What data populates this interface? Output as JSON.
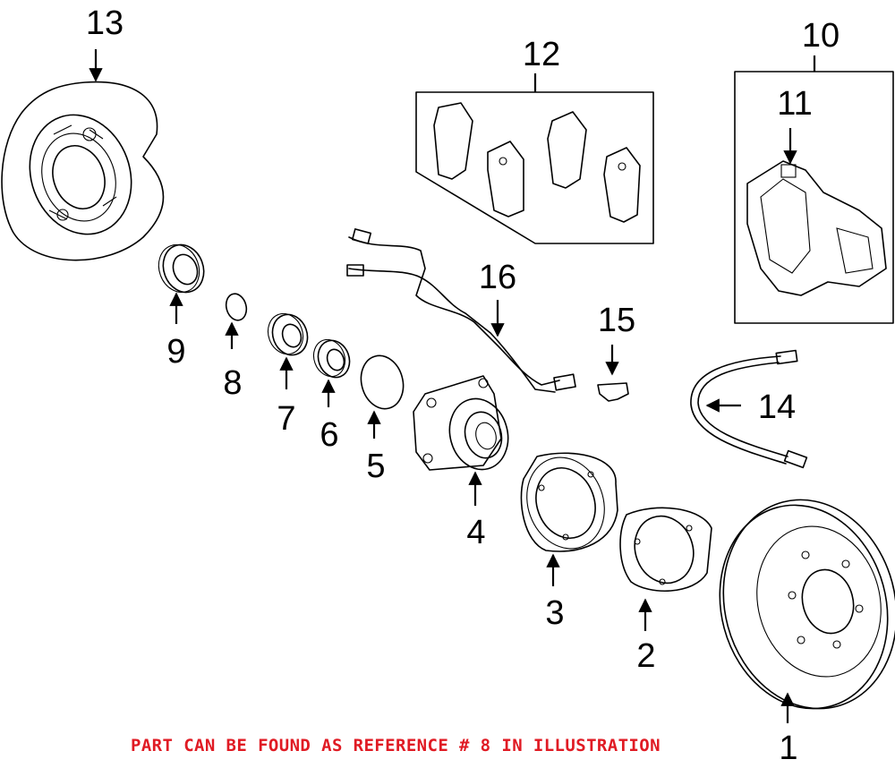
{
  "diagram": {
    "callouts": {
      "c1": "1",
      "c2": "2",
      "c3": "3",
      "c4": "4",
      "c5": "5",
      "c6": "6",
      "c7": "7",
      "c8": "8",
      "c9": "9",
      "c10": "10",
      "c11": "11",
      "c12": "12",
      "c13": "13",
      "c14": "14",
      "c15": "15",
      "c16": "16"
    },
    "note": "PART CAN BE FOUND AS REFERENCE # 8 IN ILLUSTRATION",
    "note_color": "#e01b24"
  }
}
